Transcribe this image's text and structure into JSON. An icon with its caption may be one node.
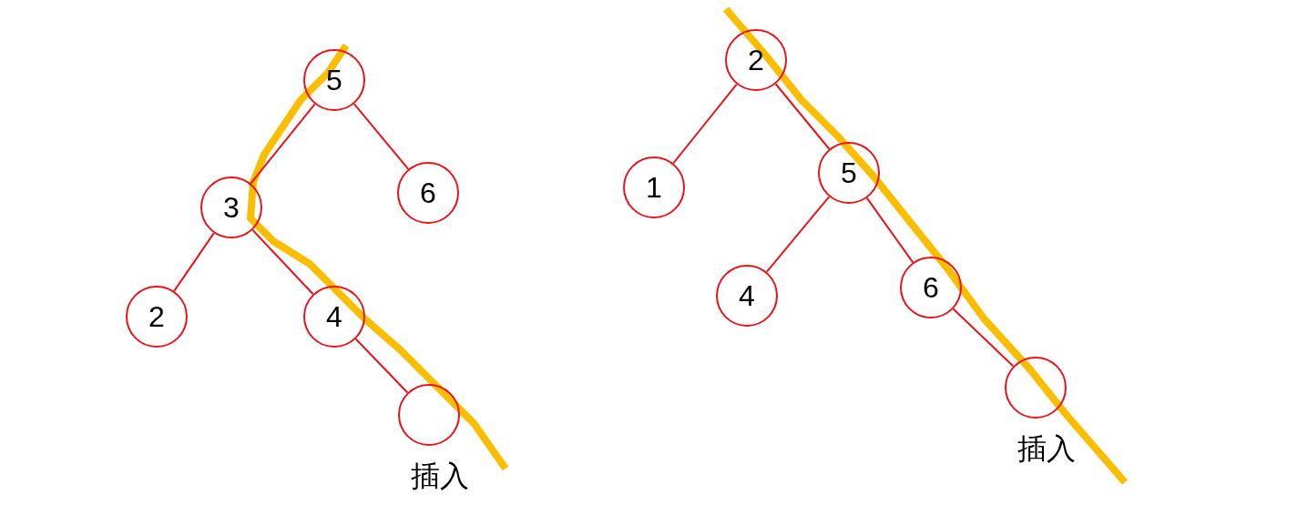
{
  "diagram": {
    "nodes": [
      {
        "text": [
          "5"
        ]
      },
      {
        "text": [
          "3"
        ]
      },
      {
        "text": [
          "6"
        ]
      },
      {
        "text": [
          "2"
        ]
      },
      {
        "text": [
          "4"
        ]
      },
      {
        "text": [],
        "shape": "circle",
        "beside": [
          "插入"
        ]
      },
      {
        "text": [
          "2"
        ]
      },
      {
        "text": [
          "1"
        ]
      },
      {
        "text": [
          "5"
        ]
      },
      {
        "text": [
          "4"
        ]
      },
      {
        "text": [
          "6"
        ]
      },
      {
        "text": [],
        "shape": "circle",
        "beside": [
          "插入"
        ]
      }
    ],
    "edges": [
      {
        "from": 0,
        "to": 1,
        "arrow": "none"
      },
      {
        "from": 0,
        "to": 2,
        "arrow": "none"
      },
      {
        "from": 1,
        "to": 3,
        "arrow": "none"
      },
      {
        "from": 1,
        "to": 4,
        "arrow": "none"
      },
      {
        "from": 4,
        "to": 5,
        "arrow": "none"
      },
      {
        "from": 6,
        "to": 7,
        "arrow": "none"
      },
      {
        "from": 6,
        "to": 8,
        "arrow": "none"
      },
      {
        "from": 8,
        "to": 9,
        "arrow": "none"
      },
      {
        "from": 8,
        "to": 10,
        "arrow": "none"
      },
      {
        "from": 10,
        "to": 11,
        "arrow": "none"
      }
    ]
  }
}
